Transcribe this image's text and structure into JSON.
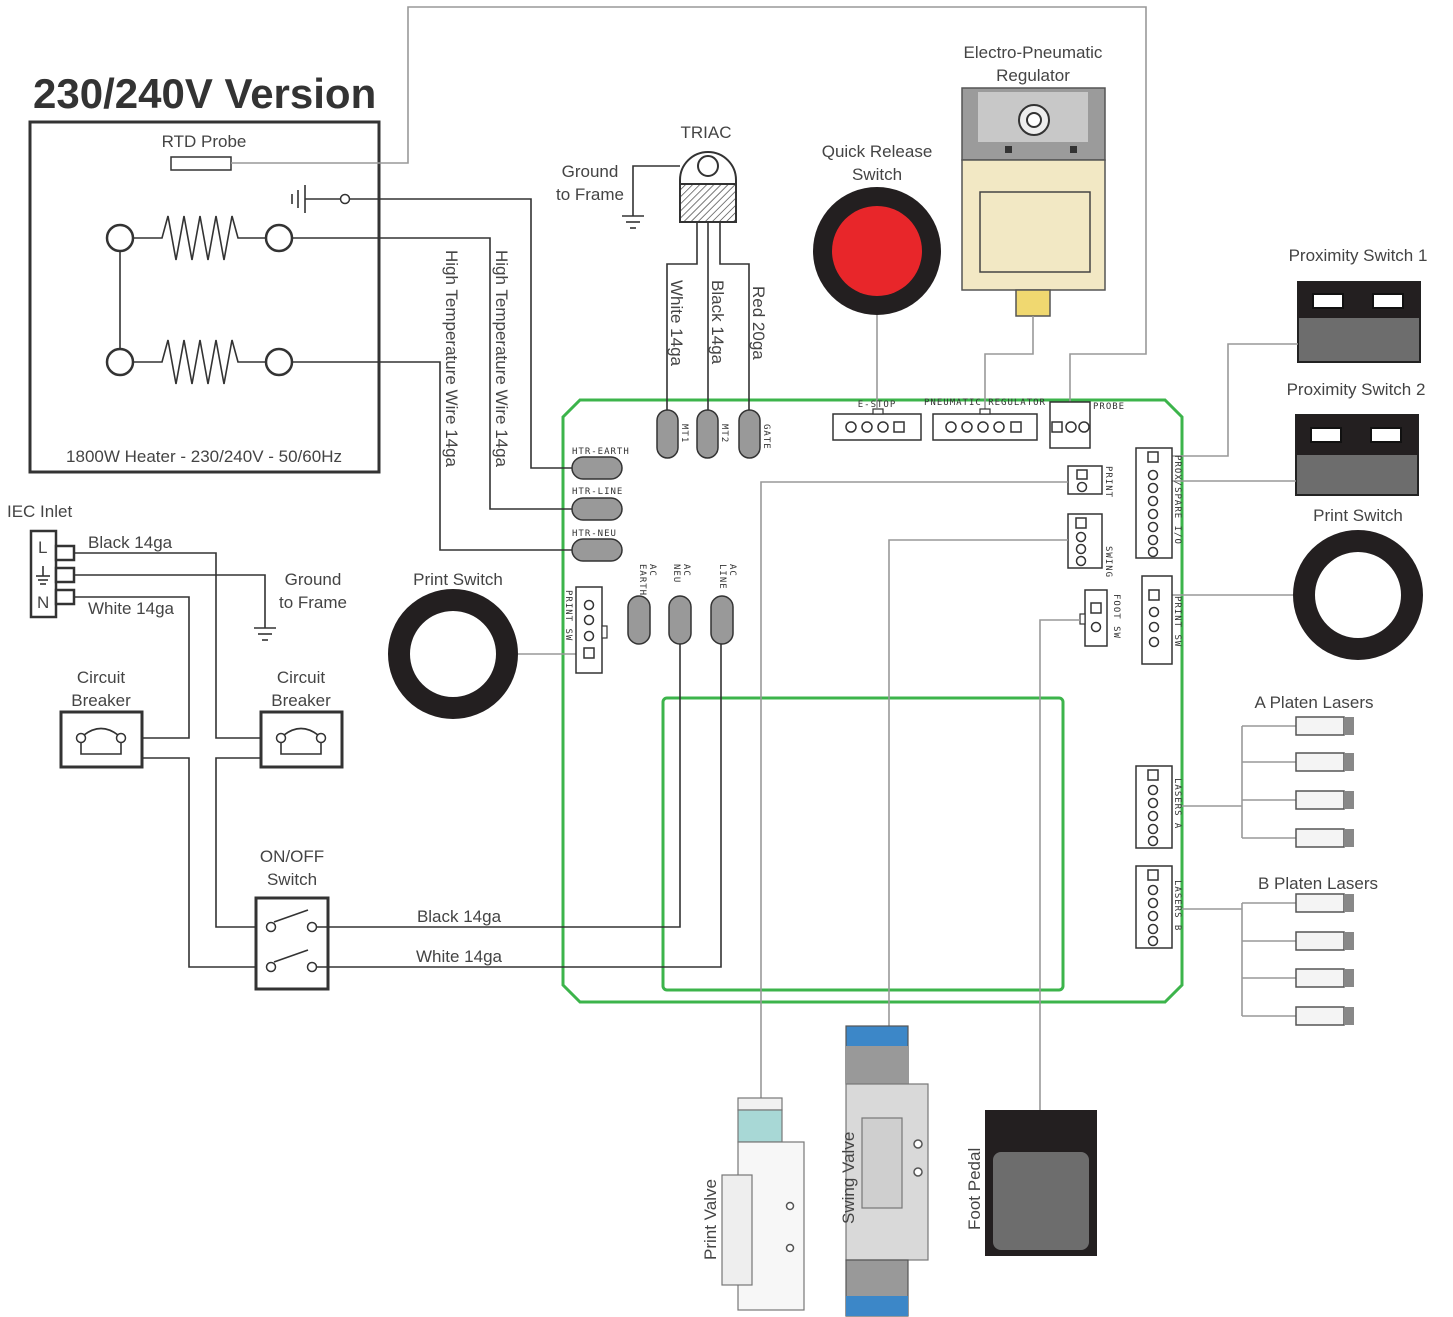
{
  "title": "230/240V Version",
  "heater": {
    "rtd_label": "RTD Probe",
    "footer": "1800W Heater - 230/240V - 50/60Hz"
  },
  "triac": {
    "label": "TRIAC",
    "ground_line1": "Ground",
    "ground_line2": "to Frame",
    "wire_white": "White 14ga",
    "wire_black": "Black 14ga",
    "wire_red": "Red 20ga"
  },
  "heater_wires": {
    "wire_a": "High Temperature Wire 14ga",
    "wire_b": "High Temperature Wire 14ga"
  },
  "quick_release": {
    "line1": "Quick Release",
    "line2": "Switch"
  },
  "regulator": {
    "line1": "Electro-Pneumatic",
    "line2": "Regulator"
  },
  "prox1": "Proximity Switch 1",
  "prox2": "Proximity Switch 2",
  "print_switch_right": "Print Switch",
  "print_switch_left": "Print Switch",
  "a_lasers": "A Platen Lasers",
  "b_lasers": "B Platen Lasers",
  "iec": {
    "label": "IEC Inlet",
    "pin_l": "L",
    "pin_n": "N",
    "black": "Black 14ga",
    "white": "White 14ga",
    "ground_line1": "Ground",
    "ground_line2": "to Frame"
  },
  "breaker_left": {
    "line1": "Circuit",
    "line2": "Breaker"
  },
  "breaker_right": {
    "line1": "Circuit",
    "line2": "Breaker"
  },
  "onoff": {
    "line1": "ON/OFF",
    "line2": "Switch",
    "black": "Black 14ga",
    "white": "White 14ga"
  },
  "valves": {
    "print": "Print Valve",
    "swing": "Swing Valve",
    "pedal": "Foot Pedal"
  },
  "board": {
    "htr_earth": "HTR-EARTH",
    "htr_line": "HTR-LINE",
    "htr_neu": "HTR-NEU",
    "mt1": "MT1",
    "mt2": "MT2",
    "gate": "GATE",
    "estop": "E-STOP",
    "pneumatic": "PNEUMATIC REGULATOR",
    "probe": "PROBE",
    "print": "PRINT",
    "swing": "SWING",
    "foot_sw": "FOOT SW",
    "print_sw_left": "PRINT SW",
    "print_sw_right": "PRINT SW",
    "prox_spare": "PROX/SPARE I/O",
    "ac_earth_1": "AC",
    "ac_earth_2": "EARTH",
    "ac_neu_1": "AC",
    "ac_neu_2": "NEU",
    "ac_line_1": "AC",
    "ac_line_2": "LINE",
    "lasers_a": "LASERS A",
    "lasers_b": "LASERS B"
  },
  "colors": {
    "board_outline": "#3cb44b",
    "estop_red": "#e8262a",
    "regulator_body": "#f2e8c4",
    "valve_blue": "#3c87c8",
    "valve_teal": "#a8d8d6"
  }
}
